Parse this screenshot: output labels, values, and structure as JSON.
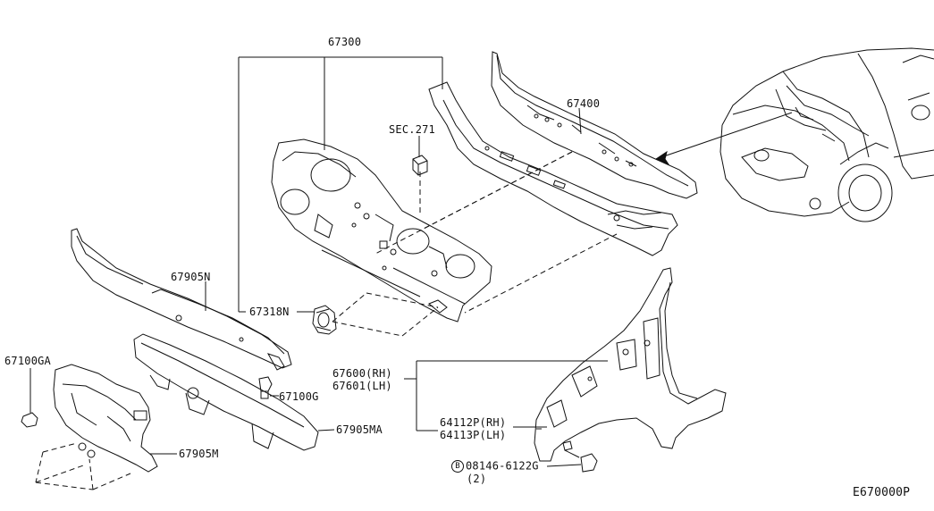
{
  "diagram": {
    "reference_code": "E670000P",
    "labels": {
      "p67300": "67300",
      "p67400": "67400",
      "sec271": "SEC.271",
      "p67905n": "67905N",
      "p67318n": "67318N",
      "p67100ga": "67100GA",
      "p67100g": "67100G",
      "p67905ma": "67905MA",
      "p67905m": "67905M",
      "p67600rh": "67600(RH)",
      "p67601lh": "67601(LH)",
      "p64112prh": "64112P(RH)",
      "p64113plh": "64113P(LH)",
      "bolt_symbol": "B",
      "bolt_code": "08146-6122G",
      "bolt_qty": "(2)"
    }
  }
}
